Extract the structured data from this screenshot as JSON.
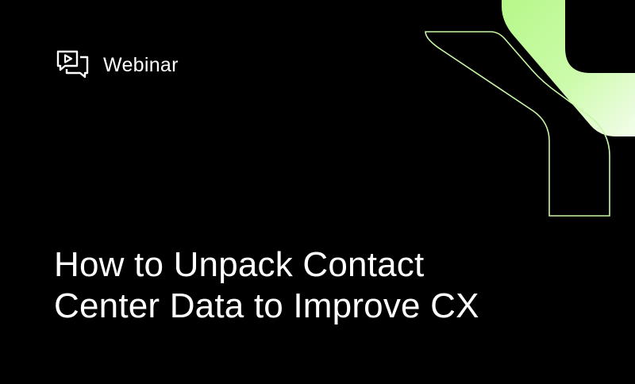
{
  "tag": {
    "label": "Webinar",
    "icon": "video-chat-icon"
  },
  "title": {
    "line1": "How to Unpack Contact",
    "line2": "Center Data to Improve CX"
  },
  "colors": {
    "background": "#000000",
    "text": "#ffffff",
    "accent_green": "#b8f98a",
    "accent_light": "#eefde2",
    "outline": "#c9f7a6"
  }
}
